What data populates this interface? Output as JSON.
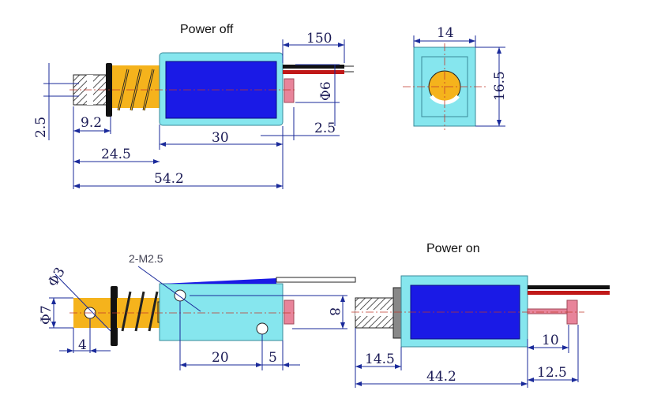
{
  "titles": {
    "power_off": "Power off",
    "power_on": "Power on"
  },
  "top_view": {
    "wire_length": "150",
    "diameter": "Φ6",
    "plunger_offset": "2.5",
    "body_length": "30",
    "plunger_length": "24.5",
    "total_length": "54.2",
    "end_length": "9.2",
    "slot_width": "2.5"
  },
  "end_view": {
    "width": "14",
    "height": "16.5"
  },
  "side_view": {
    "hole_diameter": "Φ3",
    "plunger_diameter": "Φ7",
    "hole_offset": "4",
    "mount_holes": "2-M2.5",
    "hole_spacing": "20",
    "hole_edge": "5",
    "height": "8"
  },
  "on_view": {
    "stroke": "10",
    "end_length": "14.5",
    "total_length": "44.2",
    "plunger_out": "12.5"
  },
  "colors": {
    "frame": "#86e6ee",
    "coil": "#1a1ae6",
    "plunger": "#f5b31c",
    "tip": "#e8849a",
    "dimension": "#1a2a9a"
  }
}
